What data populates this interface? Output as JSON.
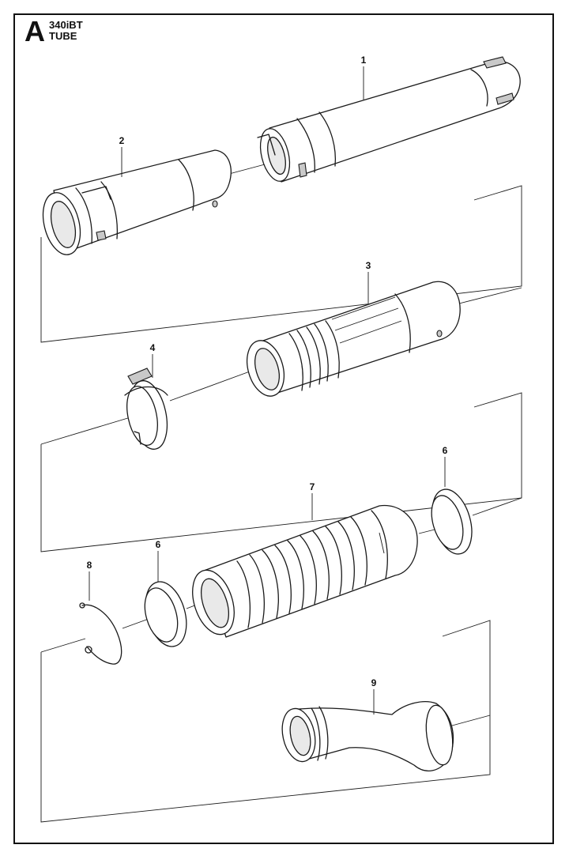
{
  "header": {
    "section_letter": "A",
    "model": "340iBT",
    "assembly": "TUBE"
  },
  "callouts": [
    {
      "id": "part-1",
      "label": "1"
    },
    {
      "id": "part-2",
      "label": "2"
    },
    {
      "id": "part-3",
      "label": "3"
    },
    {
      "id": "part-4",
      "label": "4"
    },
    {
      "id": "part-6a",
      "label": "6"
    },
    {
      "id": "part-6b",
      "label": "6"
    },
    {
      "id": "part-7",
      "label": "7"
    },
    {
      "id": "part-8",
      "label": "8"
    },
    {
      "id": "part-9",
      "label": "9"
    }
  ]
}
